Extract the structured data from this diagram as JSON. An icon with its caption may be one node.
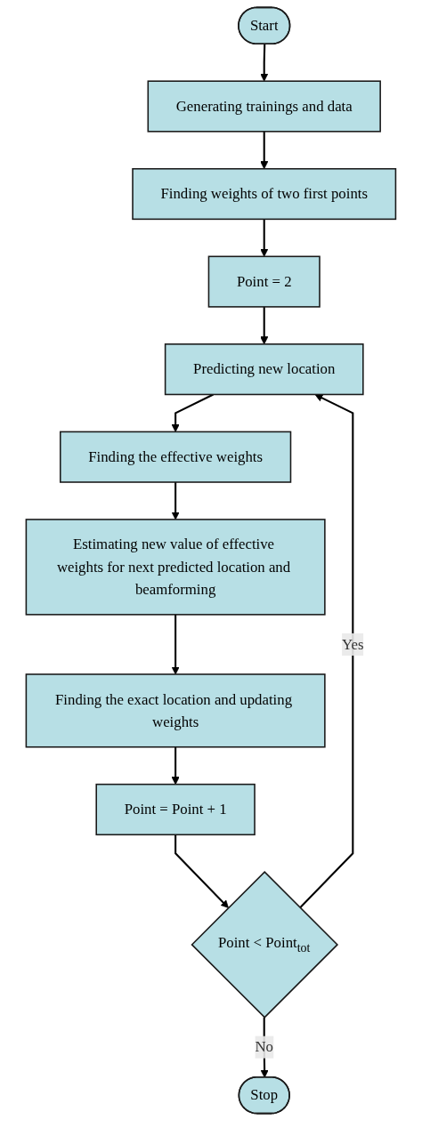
{
  "diagram": {
    "nodes": [
      {
        "text": [
          "Start"
        ]
      },
      {
        "text": [
          "Generating trainings and data"
        ]
      },
      {
        "text": [
          "Finding weights of two first points"
        ]
      },
      {
        "text": [
          "Point = 2"
        ]
      },
      {
        "text": [
          "Predicting new location"
        ]
      },
      {
        "text": [
          "Finding the effective weights"
        ]
      },
      {
        "text": [
          "Estimating new value of effective weights for next predicted location and beamforming"
        ]
      },
      {
        "text": [
          "Finding the exact location and updating weights"
        ]
      },
      {
        "text": [
          "Point = Point + 1"
        ]
      },
      {
        "text": [
          "Point < Point$_{tot}$"
        ]
      },
      {
        "text": [
          "Stop"
        ]
      }
    ],
    "edges": [
      {
        "from": 0,
        "to": 1,
        "arrow": "to"
      },
      {
        "from": 1,
        "to": 2,
        "arrow": "to"
      },
      {
        "from": 2,
        "to": 3,
        "arrow": "to"
      },
      {
        "from": 3,
        "to": 4,
        "arrow": "to"
      },
      {
        "from": 4,
        "to": 5,
        "arrow": "to"
      },
      {
        "from": 5,
        "to": 6,
        "arrow": "to"
      },
      {
        "from": 6,
        "to": 7,
        "arrow": "to"
      },
      {
        "from": 7,
        "to": 8,
        "arrow": "to"
      },
      {
        "from": 8,
        "to": 9,
        "arrow": "to"
      },
      {
        "from": 9,
        "to": 4,
        "label": "Yes",
        "arrow": "to"
      },
      {
        "from": 9,
        "to": 10,
        "label": "No",
        "arrow": "to"
      }
    ]
  }
}
